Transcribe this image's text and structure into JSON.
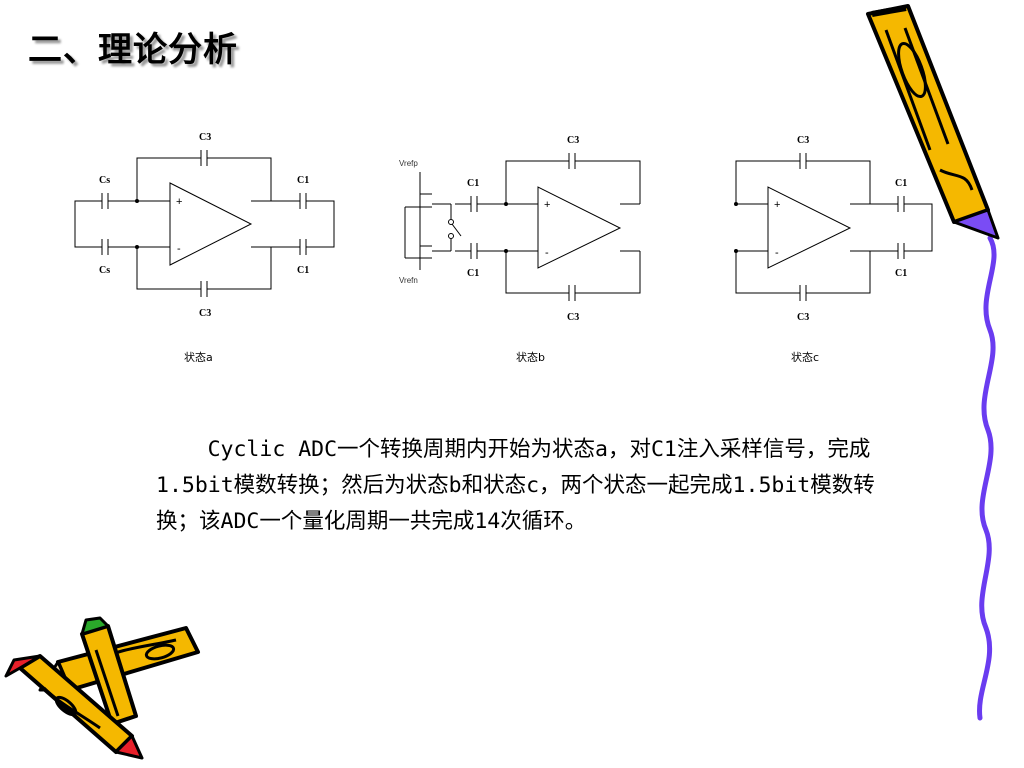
{
  "slide": {
    "title": "二、理论分析",
    "paragraph": "Cyclic ADC一个转换周期内开始为状态a，对C1注入采样信号，完成1.5bit模数转换；然后为状态b和状态c，两个状态一起完成1.5bit模数转换；该ADC一个量化周期一共完成14次循环。"
  },
  "circuits": {
    "a": {
      "state_label": "状态a",
      "c3_top": "C3",
      "c3_bottom": "C3",
      "cs_top": "Cs",
      "cs_bottom": "Cs",
      "c1_top": "C1",
      "c1_bottom": "C1",
      "plus": "+",
      "minus": "-"
    },
    "b": {
      "state_label": "状态b",
      "c3_top": "C3",
      "c3_bottom": "C3",
      "c1_top": "C1",
      "c1_bottom": "C1",
      "vrefp": "Vrefp",
      "vrefn": "Vrefn",
      "plus": "+",
      "minus": "-"
    },
    "c": {
      "state_label": "状态c",
      "c3_top": "C3",
      "c3_bottom": "C3",
      "c1_top": "C1",
      "c1_bottom": "C1",
      "plus": "+",
      "minus": "-"
    }
  },
  "colors": {
    "pencil_body": "#f5b800",
    "pencil_outline": "#000000",
    "eraser_red": "#e8202a",
    "eraser_green": "#2aa82a",
    "border_purple": "#6a3cf0",
    "tip_purple": "#7a4cf5"
  }
}
